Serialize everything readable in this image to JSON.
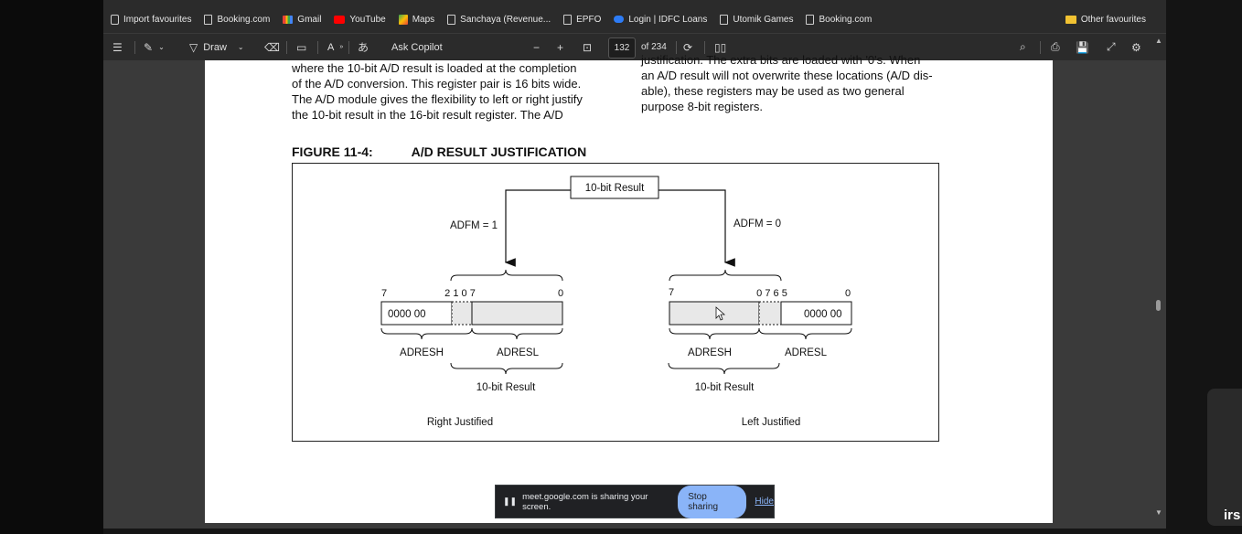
{
  "bookmarks": {
    "items": [
      {
        "label": "Import favourites",
        "icon": "import-icon"
      },
      {
        "label": "Booking.com",
        "icon": "page-icon"
      },
      {
        "label": "Gmail",
        "icon": "gmail-icon"
      },
      {
        "label": "YouTube",
        "icon": "youtube-icon"
      },
      {
        "label": "Maps",
        "icon": "maps-icon"
      },
      {
        "label": "Sanchaya (Revenue...",
        "icon": "page-icon"
      },
      {
        "label": "EPFO",
        "icon": "page-icon"
      },
      {
        "label": "Login | IDFC Loans",
        "icon": "idfc-icon"
      },
      {
        "label": "Utomik Games",
        "icon": "page-icon"
      },
      {
        "label": "Booking.com",
        "icon": "page-icon"
      }
    ],
    "other": "Other favourites"
  },
  "toolbar": {
    "draw_label": "Draw",
    "aa_label": "A",
    "copilot_label": "Ask Copilot",
    "minus": "−",
    "plus": "+",
    "page_current": "132",
    "page_of": "of 234"
  },
  "document": {
    "left_para": [
      "where the 10-bit A/D result is loaded at the completion",
      "of the A/D conversion. This register pair is 16 bits wide.",
      "The A/D module gives the flexibility to left or right justify",
      "the 10-bit result in the 16-bit result register. The A/D"
    ],
    "right_para": [
      "justification. The extra bits are loaded with '0's. When",
      "an A/D result will not overwrite these locations (A/D dis-",
      "able), these registers may be used as two general",
      "purpose 8-bit registers."
    ],
    "figure_number": "FIGURE 11-4:",
    "figure_title": "A/D RESULT JUSTIFICATION",
    "diagram": {
      "top_box": "10-bit Result",
      "adfm_right": "ADFM = 1",
      "adfm_left": "ADFM = 0",
      "right_just": {
        "bit_labels": [
          "7",
          "2 1 0 7",
          "0"
        ],
        "high_value": "0000 00",
        "adresh": "ADRESH",
        "adresl": "ADRESL",
        "result": "10-bit Result",
        "caption": "Right Justified"
      },
      "left_just": {
        "bit_labels": [
          "7",
          "0 7 6 5",
          "0"
        ],
        "low_value": "0000 00",
        "adresh": "ADRESH",
        "adresl": "ADRESL",
        "result": "10-bit Result",
        "caption": "Left Justified"
      }
    }
  },
  "share": {
    "message": "meet.google.com is sharing your screen.",
    "stop": "Stop sharing",
    "hide": "Hide"
  },
  "side": {
    "text": "irs"
  },
  "colors": {
    "share_button": "#8ab4f8",
    "register_fill": "#e8e8e8",
    "page_background": "#ffffff",
    "toolbar_background": "#2b2b2b"
  }
}
